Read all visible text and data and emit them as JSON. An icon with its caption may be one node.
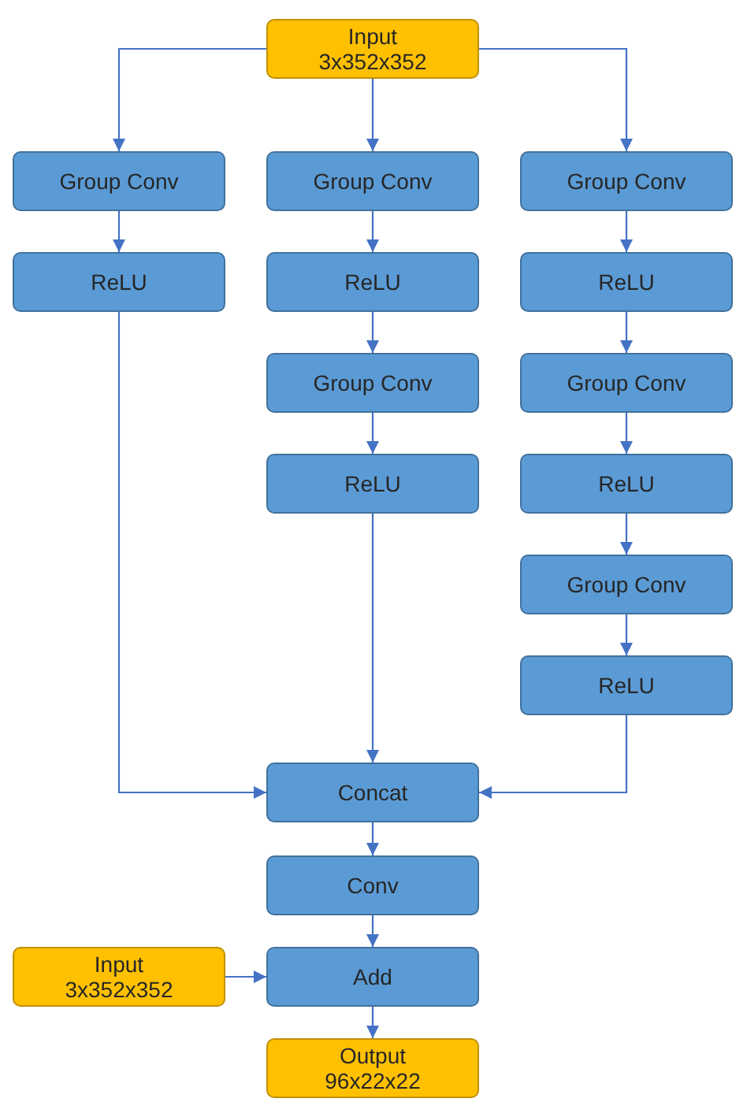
{
  "diagram": {
    "nodes": [
      {
        "text": [
          "Input",
          "3x352x352"
        ]
      },
      {
        "text": [
          "Group Conv"
        ]
      },
      {
        "text": [
          "ReLU"
        ]
      },
      {
        "text": [
          "Group Conv"
        ]
      },
      {
        "text": [
          "ReLU"
        ]
      },
      {
        "text": [
          "Group Conv"
        ]
      },
      {
        "text": [
          "ReLU"
        ]
      },
      {
        "text": [
          "Group Conv"
        ]
      },
      {
        "text": [
          "ReLU"
        ]
      },
      {
        "text": [
          "Group Conv"
        ]
      },
      {
        "text": [
          "ReLU"
        ]
      },
      {
        "text": [
          "Group Conv"
        ]
      },
      {
        "text": [
          "ReLU"
        ]
      },
      {
        "text": [
          "Concat"
        ]
      },
      {
        "text": [
          "Conv"
        ]
      },
      {
        "text": [
          "Input",
          "3x352x352"
        ]
      },
      {
        "text": [
          "Add"
        ]
      },
      {
        "text": [
          "Output",
          "96x22x22"
        ]
      }
    ],
    "edges": [
      {
        "from": 0,
        "to": 1,
        "arrow": "to"
      },
      {
        "from": 0,
        "to": 3,
        "arrow": "to"
      },
      {
        "from": 0,
        "to": 7,
        "arrow": "to"
      },
      {
        "from": 1,
        "to": 2,
        "arrow": "to"
      },
      {
        "from": 3,
        "to": 4,
        "arrow": "to"
      },
      {
        "from": 4,
        "to": 5,
        "arrow": "to"
      },
      {
        "from": 5,
        "to": 6,
        "arrow": "to"
      },
      {
        "from": 7,
        "to": 8,
        "arrow": "to"
      },
      {
        "from": 8,
        "to": 9,
        "arrow": "to"
      },
      {
        "from": 9,
        "to": 10,
        "arrow": "to"
      },
      {
        "from": 10,
        "to": 11,
        "arrow": "to"
      },
      {
        "from": 11,
        "to": 12,
        "arrow": "to"
      },
      {
        "from": 2,
        "to": 13,
        "arrow": "to"
      },
      {
        "from": 6,
        "to": 13,
        "arrow": "to"
      },
      {
        "from": 12,
        "to": 13,
        "arrow": "to"
      },
      {
        "from": 13,
        "to": 14,
        "arrow": "to"
      },
      {
        "from": 14,
        "to": 16,
        "arrow": "to"
      },
      {
        "from": 15,
        "to": 16,
        "arrow": "to"
      },
      {
        "from": 16,
        "to": 17,
        "arrow": "to"
      }
    ]
  }
}
